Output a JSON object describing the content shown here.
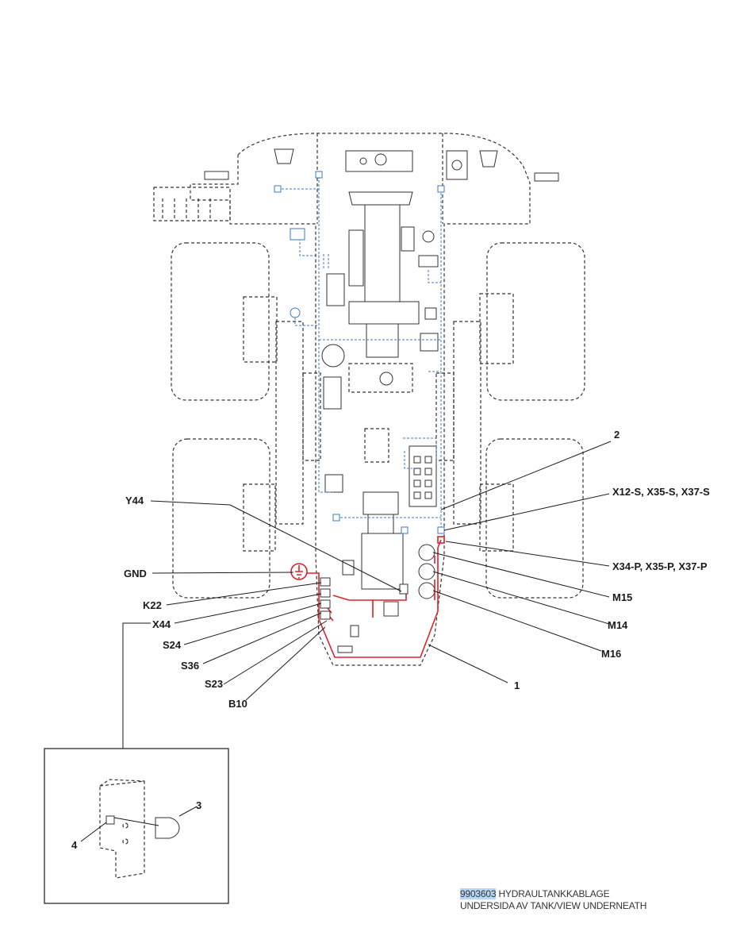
{
  "callouts": {
    "c2": "2",
    "x12": "X12-S, X35-S, X37-S",
    "y44": "Y44",
    "gnd": "GND",
    "x34": "X34-P, X35-P, X37-P",
    "k22": "K22",
    "m15": "M15",
    "x44": "X44",
    "m14": "M14",
    "s24": "S24",
    "m16": "M16",
    "s36": "S36",
    "s23": "S23",
    "c1": "1",
    "b10": "B10",
    "c3": "3",
    "c4": "4"
  },
  "caption": {
    "code": "9903603",
    "title": "HYDRAULTANKKABLAGE",
    "subtitle": "UNDERSIDA AV TANK/VIEW UNDERNEATH"
  },
  "colors": {
    "wiring_harness": "#e0202a",
    "signal_wiring": "#3a78c9",
    "code_highlight": "#b8d6f5"
  }
}
